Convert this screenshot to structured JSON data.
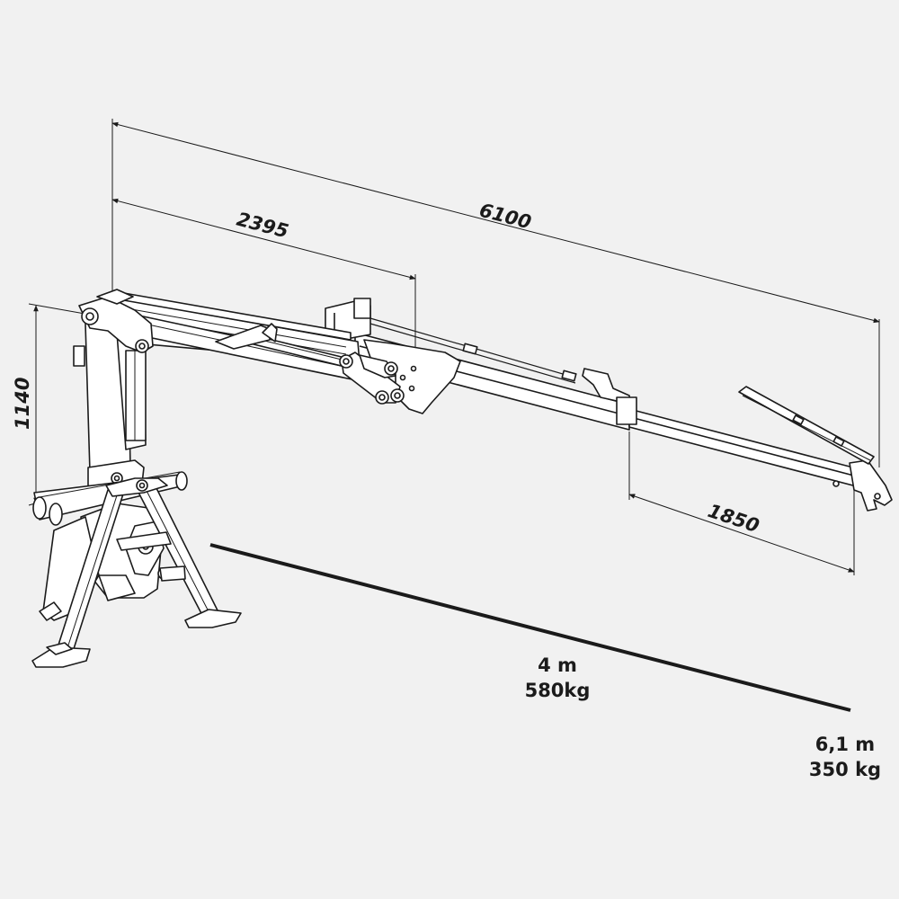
{
  "dimensions": {
    "overall_length": "6100",
    "inner_length": "2395",
    "height": "1140",
    "extension": "1850"
  },
  "specs": {
    "short_reach": {
      "reach": "4 m",
      "capacity": "580kg"
    },
    "full_reach": {
      "reach": "6,1 m",
      "capacity": "350 kg"
    }
  },
  "colors": {
    "background": "#f1f1f1",
    "line": "#1b1b1b",
    "fill": "#ffffff"
  }
}
